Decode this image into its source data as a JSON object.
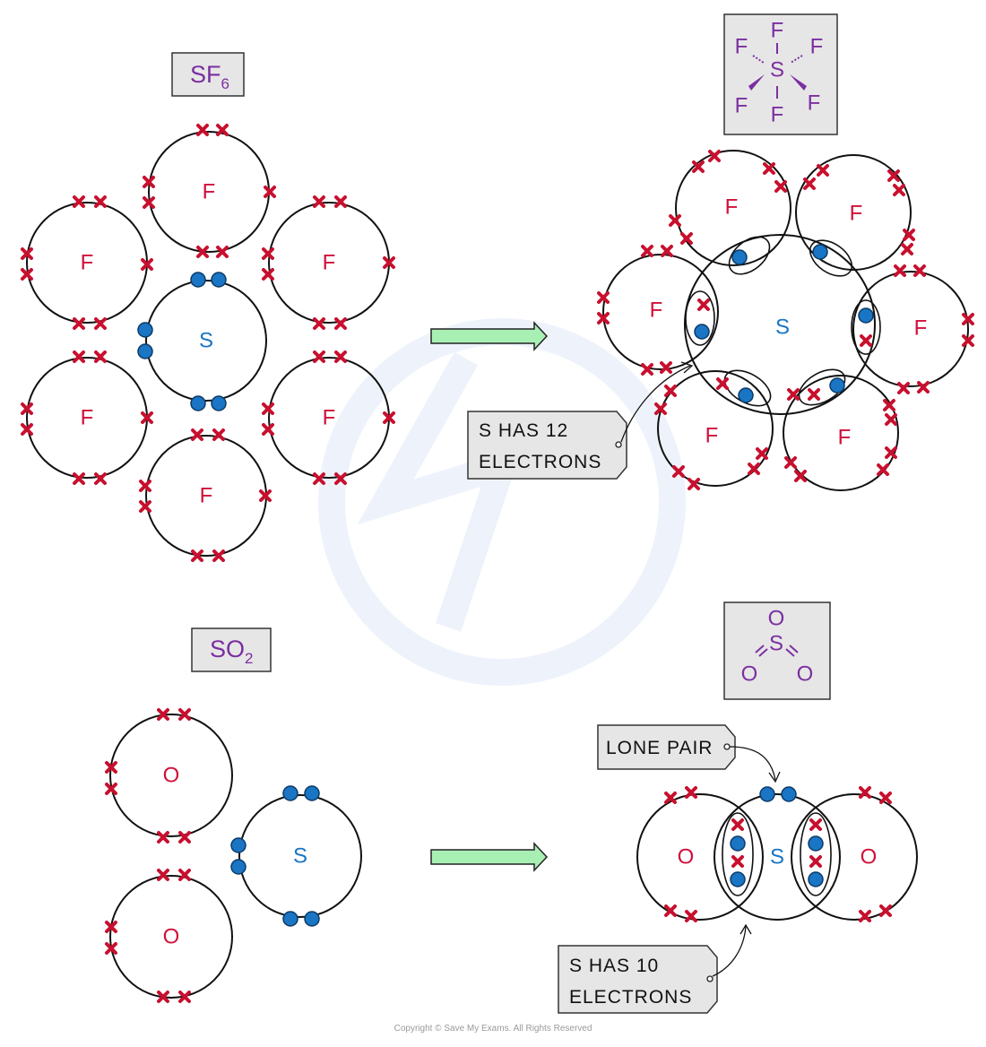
{
  "sf6": {
    "formula_main": "SF",
    "formula_sub": "6",
    "atom_symbol_F": "F",
    "atom_symbol_S": "S",
    "annotation_line1": "S HAS 12",
    "annotation_line2": "ELECTRONS",
    "structure": {
      "center": "S",
      "ligand": "F"
    }
  },
  "so2": {
    "formula_main": "SO",
    "formula_sub": "2",
    "atom_symbol_O": "O",
    "atom_symbol_S": "S",
    "lone_pair_label": "LONE PAIR",
    "annotation_line1": "S HAS 10",
    "annotation_line2": "ELECTRONS",
    "structure": {
      "center": "S",
      "ligand": "O"
    }
  },
  "copyright": "Copyright © Save My Exams. All Rights Reserved",
  "colors": {
    "fluorine_oxygen": "#d0103a",
    "sulfur": "#1a75c4",
    "formula": "#7b2fa0",
    "arrow": "#a8efb4"
  }
}
